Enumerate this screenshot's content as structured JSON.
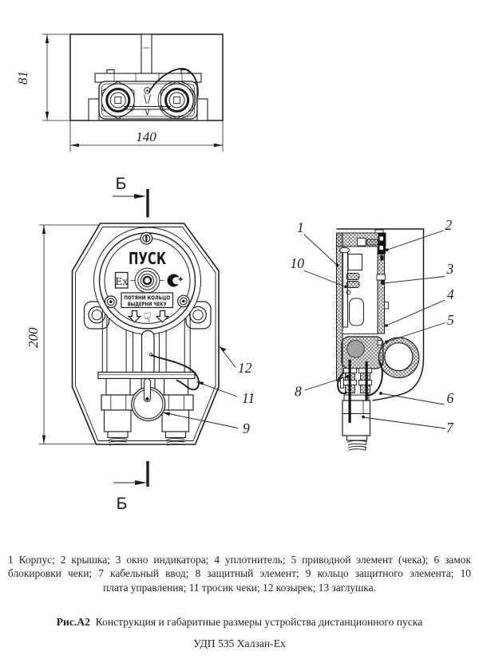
{
  "drawing": {
    "dimensions": {
      "top_view_height": "81",
      "top_view_width": "140",
      "front_view_height": "200"
    },
    "section_letter": "Б",
    "front_view": {
      "button_label": "ПУСК",
      "ex_marking": "Ex",
      "instruction_line1": "ПОТЯНИ КОЛЬЦО",
      "instruction_line2": "ВЫДЕРНИ ЧЕКУ",
      "hand_icon": "☟"
    },
    "callouts": {
      "n1": "1",
      "n2": "2",
      "n3": "3",
      "n4": "4",
      "n5": "5",
      "n6": "6",
      "n7": "7",
      "n8": "8",
      "n9": "9",
      "n10": "10",
      "n11": "11",
      "n12": "12"
    }
  },
  "notes": {
    "lines": [
      "1 Корпус; 2 крышка; 3 окно индикатора; 4 уплотнитель; 5 приводной элемент (чека); 6 замок",
      "блокировки чеки; 7 кабельный ввод; 8 защитный элемент; 9 кольцо защитного элемента; 10",
      "плата управления; 11 тросик чеки; 12 козырек; 13 заглушка."
    ]
  },
  "caption": {
    "figure_label": "Рис.А2",
    "figure_title": "Конструкция и габаритные размеры устройства дистанционного пуска",
    "figure_subtitle": "УДП 535 Халзан-Ех"
  }
}
